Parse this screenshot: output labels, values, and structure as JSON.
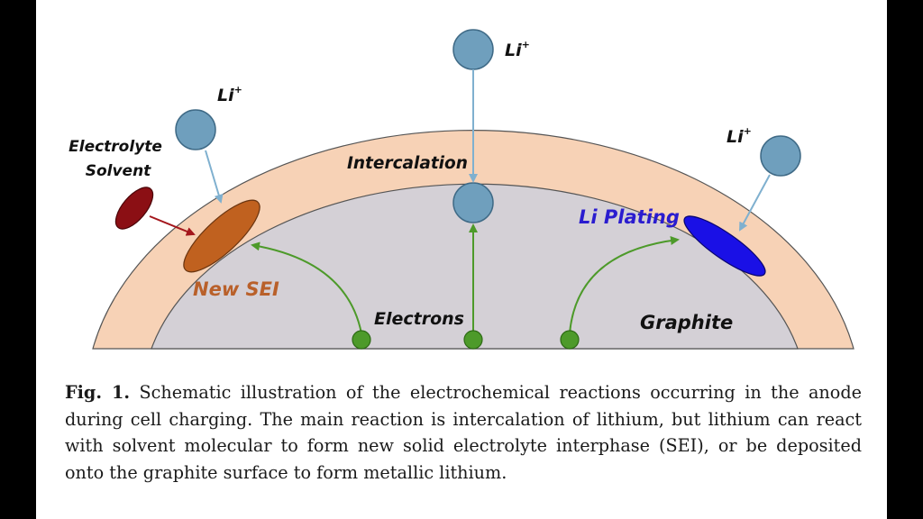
{
  "diagram": {
    "labels": {
      "li_ion": "Li",
      "li_charge": "+",
      "electrolyte_solvent": [
        "Electrolyte",
        "Solvent"
      ],
      "intercalation": "Intercalation",
      "li_plating": "Li Plating",
      "new_sei": "New SEI",
      "electrons": "Electrons",
      "graphite": "Graphite"
    },
    "colors": {
      "sei_layer": "#f7d2b6",
      "graphite": "#d4d0d6",
      "li_ion": "#6f9fbd",
      "new_sei": "#c0611f",
      "electrolyte_solvent": "#8b0f14",
      "li_plating": "#1a10e6",
      "electron": "#4d9a2a",
      "li_plating_text": "#2a1ccf",
      "new_sei_text": "#b9602a"
    }
  },
  "caption": {
    "fig_label": "Fig. 1.",
    "text": "Schematic illustration of the electrochemical reactions occurring in the anode during cell charging. The main reaction is intercalation of lithium, but lithium can react with solvent molecular to form new solid electrolyte interphase (SEI), or be deposited onto the graphite surface to form metallic lithium."
  }
}
